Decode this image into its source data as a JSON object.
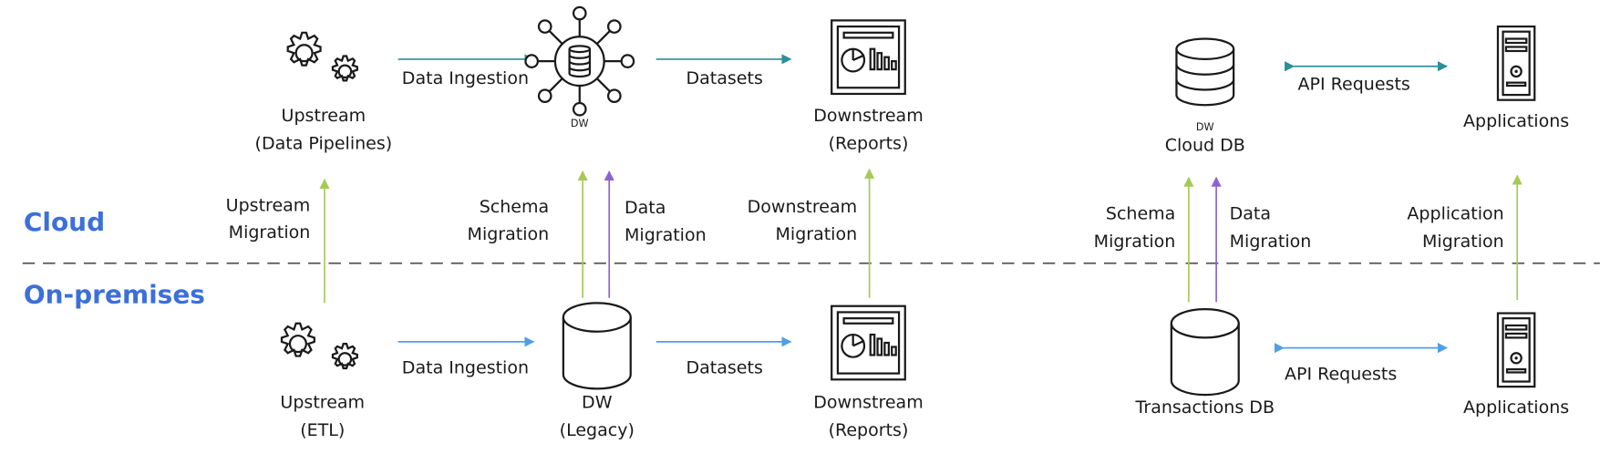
{
  "zones": {
    "cloud": "Cloud",
    "on_premises": "On-premises"
  },
  "colors": {
    "cloud_flow": "#2b9098",
    "onprem_flow": "#4f9fe6",
    "migration_green": "#a7c957",
    "migration_purple": "#8b62d4",
    "zone_label": "#3d6fd9"
  },
  "cloud": {
    "upstream": {
      "line1": "Upstream",
      "line2": "(Data Pipelines)",
      "icon": "gears-icon"
    },
    "ingestion": "Data Ingestion",
    "dw": {
      "label": "DW",
      "icon": "database-hub-icon"
    },
    "datasets": "Datasets",
    "downstream": {
      "line1": "Downstream",
      "line2": "(Reports)",
      "icon": "dashboard-icon"
    },
    "db": {
      "small": "DW",
      "label": "Cloud DB",
      "icon": "database-icon"
    },
    "api": "API Requests",
    "apps": {
      "label": "Applications",
      "icon": "server-icon"
    }
  },
  "migrations": {
    "upstream": {
      "line1": "Upstream",
      "line2": "Migration"
    },
    "schema": {
      "line1": "Schema",
      "line2": "Migration"
    },
    "data": {
      "line1": "Data",
      "line2": "Migration"
    },
    "downstream": {
      "line1": "Downstream",
      "line2": "Migration"
    },
    "schema2": {
      "line1": "Schema",
      "line2": "Migration"
    },
    "data2": {
      "line1": "Data",
      "line2": "Migration"
    },
    "application": {
      "line1": "Application",
      "line2": "Migration"
    }
  },
  "onprem": {
    "upstream": {
      "line1": "Upstream",
      "line2": "(ETL)",
      "icon": "gears-icon"
    },
    "ingestion": "Data Ingestion",
    "dw": {
      "line1": "DW",
      "line2": "(Legacy)",
      "icon": "cylinder-icon"
    },
    "datasets": "Datasets",
    "downstream": {
      "line1": "Downstream",
      "line2": "(Reports)",
      "icon": "dashboard-icon"
    },
    "db": {
      "label": "Transactions DB",
      "icon": "cylinder-icon"
    },
    "api": "API Requests",
    "apps": {
      "label": "Applications",
      "icon": "server-icon"
    }
  }
}
